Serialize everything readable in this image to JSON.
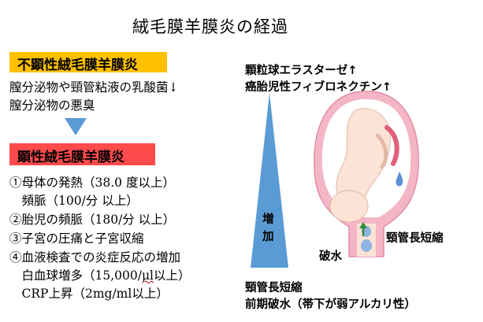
{
  "title": "絨毛膜羊膜炎の経過",
  "subclinical": {
    "heading": "不顕性絨毛膜羊膜炎",
    "lines": [
      "膣分泌物や頸管粘液の乳酸菌↓",
      "膣分泌物の悪臭"
    ]
  },
  "clinical": {
    "heading": "顕性絨毛膜羊膜炎",
    "items": [
      "①母体の発熱（38.0 度以上）",
      "　頻脈（100/分 以上）",
      "②胎児の頻脈（180/分 以上）",
      "③子宮の圧痛と子宮収縮",
      "④血液検査での炎症反応の増加",
      "　白血球増多（15,000/",
      "μl",
      "以上）",
      "　CRP上昇（2mg/ml以上）"
    ]
  },
  "markers": {
    "line1": "顆粒球エラスターゼ↑",
    "line2": "癌胎児性フィブロネクチン↑"
  },
  "increase_label": [
    "増",
    "加"
  ],
  "cervical_label": "頸管長短縮",
  "rupture_label": "破水",
  "bottom": {
    "line1": "頸管長短縮",
    "line2": "前期破水（帯下が弱アルカリ性）"
  },
  "colors": {
    "yellow_box": "#ffc000",
    "red_box": "#ff4b4b",
    "arrow_blue": "#5b9bd5",
    "uterus_pink": "#f4b6c6",
    "fetus_skin": "#fbe3d6",
    "fluid_blue": "#8fb4e3"
  }
}
